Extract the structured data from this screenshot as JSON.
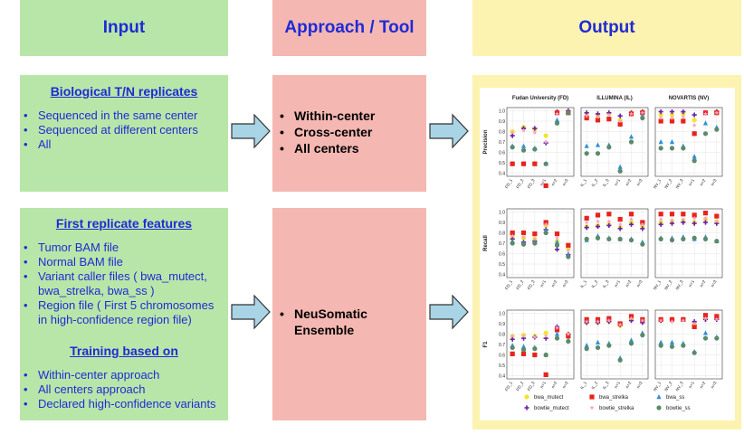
{
  "headers": {
    "input": "Input",
    "approach": "Approach / Tool",
    "output": "Output"
  },
  "bio": {
    "title": "Biological T/N replicates",
    "items": [
      "Sequenced in the same center",
      "Sequenced at different centers",
      "All"
    ]
  },
  "approach_top": {
    "items": [
      "Within-center",
      "Cross-center",
      "All centers"
    ]
  },
  "features": {
    "title": "First replicate features",
    "items": [
      "Tumor BAM file",
      "Normal BAM file",
      "Variant caller files ( bwa_mutect, bwa_strelka, bwa_ss )",
      "Region file ( First 5 chromosomes in high-confidence region file)"
    ],
    "training_title": "Training based on",
    "training_items": [
      "Within-center approach",
      "All centers approach",
      "Declared high-confidence variants"
    ]
  },
  "approach_bottom": {
    "items": [
      "NeuSomatic Ensemble"
    ]
  },
  "colors": {
    "green": "#b8e6a8",
    "pink": "#f4b7b2",
    "yellow": "#fdf3b0",
    "blue_text": "#1f2bd6",
    "arrow": "#a8d4e6"
  },
  "chart_data": {
    "type": "scatter",
    "columns": [
      "Fudan University (FD)",
      "ILLUMINA (IL)",
      "NOVARTIS (NV)"
    ],
    "rows": [
      "Precision",
      "Recall",
      "F1"
    ],
    "yticks": [
      "0.4",
      "0.5",
      "0.6",
      "0.7",
      "0.8",
      "0.9",
      "1.0"
    ],
    "ylim": [
      0.37,
      1.03
    ],
    "xticks": [
      [
        "FD_1",
        "FD_2",
        "FD_3",
        "n=1",
        "n=2",
        "n=3"
      ],
      [
        "IL_1",
        "IL_2",
        "IL_3",
        "n=1",
        "n=2",
        "n=3"
      ],
      [
        "NV_1",
        "NV_2",
        "NV_3",
        "n=1",
        "n=2",
        "n=3"
      ]
    ],
    "grid": true,
    "series": [
      {
        "name": "bwa_mutect",
        "color": "#f2e530",
        "marker": "circle"
      },
      {
        "name": "bowtie_mutect",
        "color": "#6a1fa8",
        "marker": "plus"
      },
      {
        "name": "bwa_strelka",
        "color": "#e8231c",
        "marker": "square"
      },
      {
        "name": "bowtie_strelka",
        "color": "#f5a3c0",
        "marker": "star"
      },
      {
        "name": "bwa_ss",
        "color": "#2e8fd6",
        "marker": "triangle"
      },
      {
        "name": "bowtie_ss",
        "color": "#5a8a6a",
        "marker": "circle"
      }
    ],
    "values": [
      [
        [
          [
            0.8,
            0.84,
            0.82,
            0.76,
            0.98,
            0.99
          ],
          [
            0.76,
            0.83,
            0.83,
            0.69,
            0.99,
            1.0
          ],
          [
            0.49,
            0.49,
            0.49,
            0.28,
            0.98,
            0.98
          ],
          [
            0.79,
            0.81,
            0.79,
            0.7,
            0.97,
            0.98
          ],
          [
            0.66,
            0.66,
            0.64,
            0.49,
            0.91,
            0.99
          ],
          [
            0.65,
            0.62,
            0.63,
            0.49,
            0.88,
            0.98
          ]
        ],
        [
          [
            0.96,
            0.95,
            0.97,
            0.91,
            0.98,
            0.99
          ],
          [
            0.98,
            0.97,
            0.98,
            0.95,
            0.98,
            0.99
          ],
          [
            0.93,
            0.91,
            0.92,
            0.87,
            0.97,
            0.98
          ],
          [
            0.95,
            0.94,
            0.96,
            0.9,
            0.97,
            0.98
          ],
          [
            0.66,
            0.67,
            0.67,
            0.46,
            0.75,
            0.95
          ],
          [
            0.59,
            0.59,
            0.65,
            0.42,
            0.7,
            0.93
          ]
        ],
        [
          [
            0.96,
            0.96,
            0.97,
            0.91,
            0.98,
            0.99
          ],
          [
            0.99,
            0.99,
            0.99,
            0.96,
            0.98,
            0.99
          ],
          [
            0.9,
            0.9,
            0.9,
            0.78,
            0.98,
            0.98
          ],
          [
            0.93,
            0.93,
            0.94,
            0.86,
            0.97,
            0.98
          ],
          [
            0.7,
            0.7,
            0.66,
            0.56,
            0.88,
            0.84
          ],
          [
            0.64,
            0.64,
            0.64,
            0.52,
            0.78,
            0.82
          ]
        ]
      ],
      [
        [
          [
            0.76,
            0.75,
            0.74,
            0.87,
            0.72,
            0.65
          ],
          [
            0.74,
            0.71,
            0.72,
            0.83,
            0.64,
            0.59
          ],
          [
            0.8,
            0.8,
            0.79,
            0.9,
            0.79,
            0.68
          ],
          [
            0.77,
            0.76,
            0.74,
            0.88,
            0.75,
            0.63
          ],
          [
            0.72,
            0.7,
            0.71,
            0.82,
            0.71,
            0.59
          ],
          [
            0.7,
            0.69,
            0.7,
            0.8,
            0.68,
            0.57
          ]
        ],
        [
          [
            0.86,
            0.87,
            0.88,
            0.85,
            0.9,
            0.86
          ],
          [
            0.85,
            0.86,
            0.87,
            0.84,
            0.88,
            0.84
          ],
          [
            0.94,
            0.97,
            0.98,
            0.93,
            0.98,
            0.9
          ],
          [
            0.9,
            0.91,
            0.91,
            0.88,
            0.93,
            0.88
          ],
          [
            0.73,
            0.77,
            0.75,
            0.74,
            0.74,
            0.71
          ],
          [
            0.74,
            0.75,
            0.74,
            0.74,
            0.73,
            0.69
          ]
        ],
        [
          [
            0.9,
            0.91,
            0.92,
            0.9,
            0.93,
            0.91
          ],
          [
            0.88,
            0.89,
            0.9,
            0.89,
            0.9,
            0.89
          ],
          [
            0.98,
            0.98,
            0.98,
            0.97,
            0.99,
            0.96
          ],
          [
            0.93,
            0.92,
            0.93,
            0.94,
            0.94,
            0.91
          ],
          [
            0.75,
            0.75,
            0.76,
            0.74,
            0.76,
            0.72
          ],
          [
            0.74,
            0.73,
            0.74,
            0.75,
            0.74,
            0.72
          ]
        ]
      ],
      [
        [
          [
            0.78,
            0.79,
            0.78,
            0.81,
            0.84,
            0.8
          ],
          [
            0.75,
            0.76,
            0.77,
            0.76,
            0.87,
            0.8
          ],
          [
            0.61,
            0.61,
            0.6,
            0.41,
            0.84,
            0.78
          ],
          [
            0.78,
            0.78,
            0.77,
            0.78,
            0.86,
            0.8
          ],
          [
            0.69,
            0.68,
            0.67,
            0.6,
            0.8,
            0.74
          ],
          [
            0.67,
            0.65,
            0.66,
            0.6,
            0.76,
            0.73
          ]
        ],
        [
          [
            0.91,
            0.91,
            0.92,
            0.88,
            0.94,
            0.92
          ],
          [
            0.91,
            0.91,
            0.92,
            0.89,
            0.93,
            0.91
          ],
          [
            0.94,
            0.94,
            0.95,
            0.9,
            0.97,
            0.94
          ],
          [
            0.92,
            0.92,
            0.93,
            0.89,
            0.95,
            0.93
          ],
          [
            0.69,
            0.72,
            0.71,
            0.57,
            0.74,
            0.81
          ],
          [
            0.66,
            0.67,
            0.69,
            0.55,
            0.71,
            0.79
          ]
        ],
        [
          [
            0.93,
            0.93,
            0.94,
            0.9,
            0.95,
            0.95
          ],
          [
            0.93,
            0.94,
            0.94,
            0.92,
            0.94,
            0.94
          ],
          [
            0.94,
            0.94,
            0.94,
            0.87,
            0.98,
            0.97
          ],
          [
            0.93,
            0.92,
            0.93,
            0.9,
            0.95,
            0.94
          ],
          [
            0.72,
            0.72,
            0.71,
            0.63,
            0.81,
            0.77
          ],
          [
            0.69,
            0.68,
            0.69,
            0.62,
            0.76,
            0.76
          ]
        ]
      ]
    ]
  }
}
